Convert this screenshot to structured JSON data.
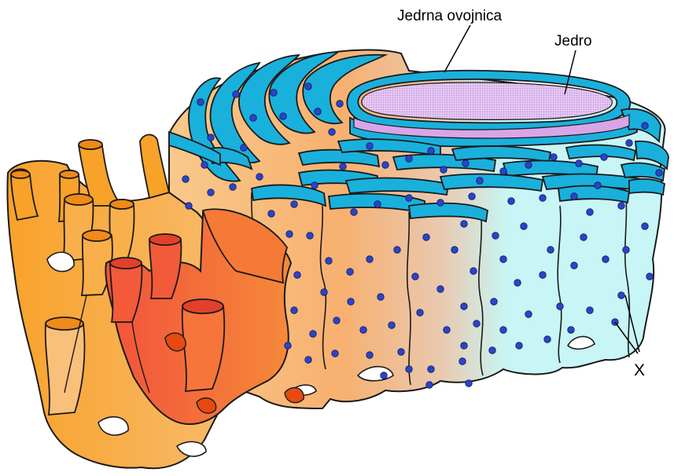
{
  "labels": {
    "nuclear_envelope": "Jedrna ovojnica",
    "nucleus": "Jedro",
    "ribosome": "X"
  },
  "colors": {
    "cytoplasm_fill": "#c8f5f5",
    "membrane_cyan": "#1ab0dc",
    "nucleus_lilac": "#d8a6e8",
    "ribosome_blue": "#2b44c8",
    "smooth_er_orange": "#f7a12a",
    "smooth_er_red": "#f2523a",
    "outline": "#1a1a1a"
  }
}
